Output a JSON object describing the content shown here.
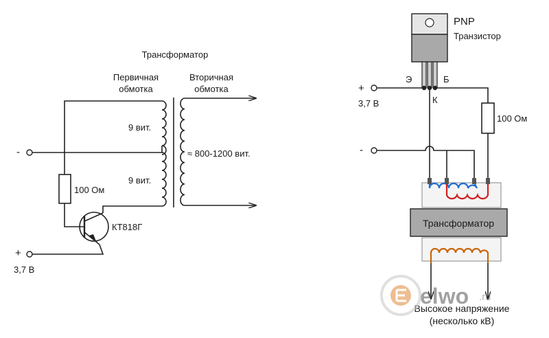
{
  "left": {
    "title": "Трансформатор",
    "primary": [
      "Первичная",
      "обмотка"
    ],
    "secondary": [
      "Вторичная",
      "обмотка"
    ],
    "turns_top": "9 вит.",
    "turns_bottom": "9 вит.",
    "secondary_turns": "≈ 800-1200 вит.",
    "minus": "-",
    "plus": "+",
    "voltage": "3,7 В",
    "resistor": "100 Ом",
    "transistor": "КТ818Г"
  },
  "right": {
    "transistor_type": "PNP",
    "transistor_label": "Транзистор",
    "pin_e": "Э",
    "pin_k": "К",
    "pin_b": "Б",
    "plus": "+",
    "voltage": "3,7 В",
    "minus": "-",
    "resistor": "100 Ом",
    "transformer": "Трансформатор",
    "output": [
      "Высокое напряжение",
      "(несколько кВ)"
    ]
  },
  "watermark": {
    "brand": "elwo",
    "tld": ".ru"
  },
  "colors": {
    "wire": "#222222",
    "blue_coil": "#1e6fd1",
    "red_coil": "#d11f1f",
    "hv_coil": "#c8650a",
    "core": "#a9a9a9"
  }
}
